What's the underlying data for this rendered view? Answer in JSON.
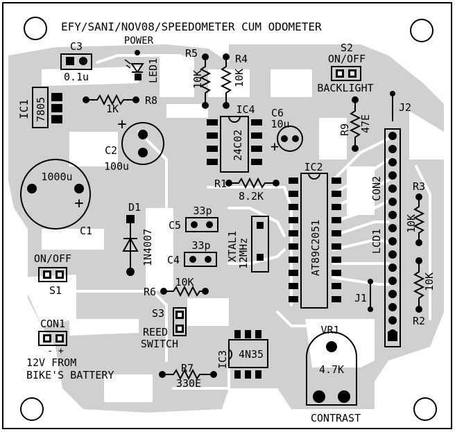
{
  "title": "EFY/SANI/NOV08/SPEEDOMETER CUM ODOMETER",
  "labels": {
    "c3": "C3",
    "c3_val": "0.1u",
    "power": "POWER",
    "led1": "LED1",
    "r5": "R5",
    "r5_val": "10K",
    "r4": "R4",
    "r4_val": "10K",
    "s2": "S2",
    "s2_state": "ON/OFF",
    "backlight": "BACKLIGHT",
    "ic1": "IC1",
    "ic1_val": "7805",
    "r8": "R8",
    "r8_val": "1K",
    "ic4": "IC4",
    "ic4_val": "24C02",
    "c6": "C6",
    "c6_val": "10u",
    "r9": "R9",
    "r9_val": "47E",
    "j2": "J2",
    "c2": "C2",
    "c2_val": "100u",
    "c1_val": "1000u",
    "c1": "C1",
    "r1": "R1",
    "r1_val": "8.2K",
    "ic2": "IC2",
    "ic2_val": "AT89C2051",
    "con2": "CON2",
    "lcd1": "LCD1",
    "r3": "R3",
    "r3_val": "10K",
    "d1": "D1",
    "d1_val": "1N4007",
    "c5": "C5",
    "c5_val": "33p",
    "c4": "C4",
    "c4_val": "33p",
    "xtal1": "XTAL1",
    "xtal1_val": "12MHz",
    "s1_state": "ON/OFF",
    "s1": "S1",
    "r6": "R6",
    "r6_val": "10K",
    "j1": "J1",
    "r2": "R2",
    "r2_val": "10K",
    "s3": "S3",
    "reed": "REED",
    "switch": "SWITCH",
    "con1": "CON1",
    "con1_pol": "-  +",
    "vr1": "VR1",
    "vr1_val": "4.7K",
    "ic3": "IC3",
    "ic3_val": "4N35",
    "r7": "R7",
    "r7_val": "330E",
    "battery1": "12V  FROM",
    "battery2": "BIKE'S BATTERY",
    "contrast": "CONTRAST"
  }
}
